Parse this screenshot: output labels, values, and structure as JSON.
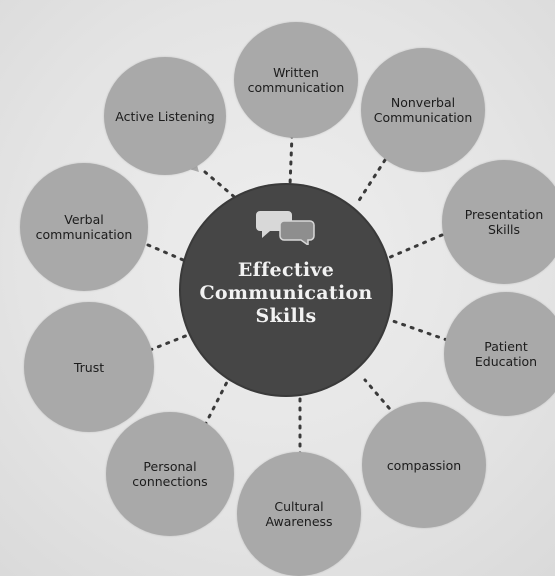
{
  "center": {
    "title_lines": [
      "Effective",
      "Communication",
      "Skills"
    ],
    "icon": "speech-bubbles-icon"
  },
  "skills": [
    {
      "label": "Written communication"
    },
    {
      "label": "Nonverbal Communication"
    },
    {
      "label": "Presentation Skills"
    },
    {
      "label": "Patient Education"
    },
    {
      "label": "compassion"
    },
    {
      "label": "Cultural Awareness"
    },
    {
      "label": "Personal connections"
    },
    {
      "label": "Trust"
    },
    {
      "label": "Verbal communication"
    },
    {
      "label": "Active Listening"
    }
  ],
  "colors": {
    "center_fill": "#464646",
    "node_fill": "#a9a9a9",
    "connector": "#3a3a3a"
  }
}
